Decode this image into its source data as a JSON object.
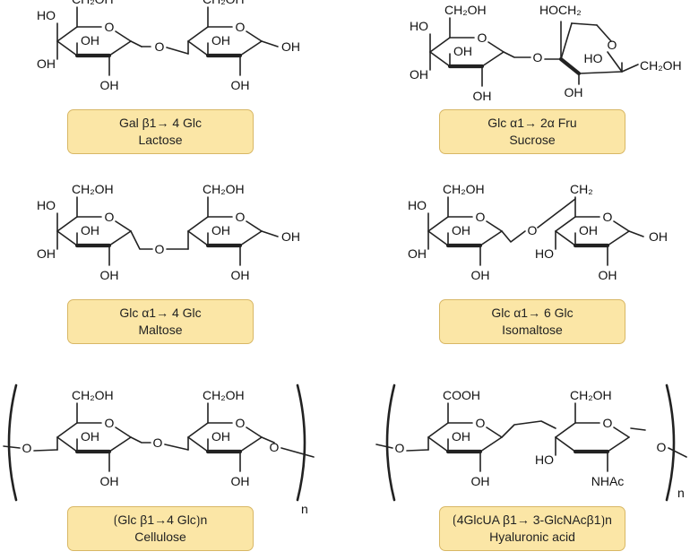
{
  "compounds": [
    {
      "id": "lactose",
      "linkage": "Gal β1→ 4 Glc",
      "name": "Lactose"
    },
    {
      "id": "sucrose",
      "linkage": "Glc α1→ 2α Fru",
      "name": "Sucrose"
    },
    {
      "id": "maltose",
      "linkage": "Glc α1→ 4 Glc",
      "name": "Maltose"
    },
    {
      "id": "isomaltose",
      "linkage": "Glc α1→ 6 Glc",
      "name": "Isomaltose"
    },
    {
      "id": "cellulose",
      "linkage": "⟮Glc β1→4 Glc⟯n",
      "name": "Cellulose"
    },
    {
      "id": "hyaluronic",
      "linkage": "⟮4GlcUA β1→ 3-GlcNAcβ1⟯n",
      "name": "Hyaluronic acid"
    }
  ],
  "atoms": {
    "ch2oh": "CH₂OH",
    "hoch2": "HOCH₂",
    "ch2": "CH₂",
    "oh": "OH",
    "ho": "HO",
    "o": "O",
    "cooh": "COOH",
    "nhac": "NHAc",
    "n": "n"
  }
}
